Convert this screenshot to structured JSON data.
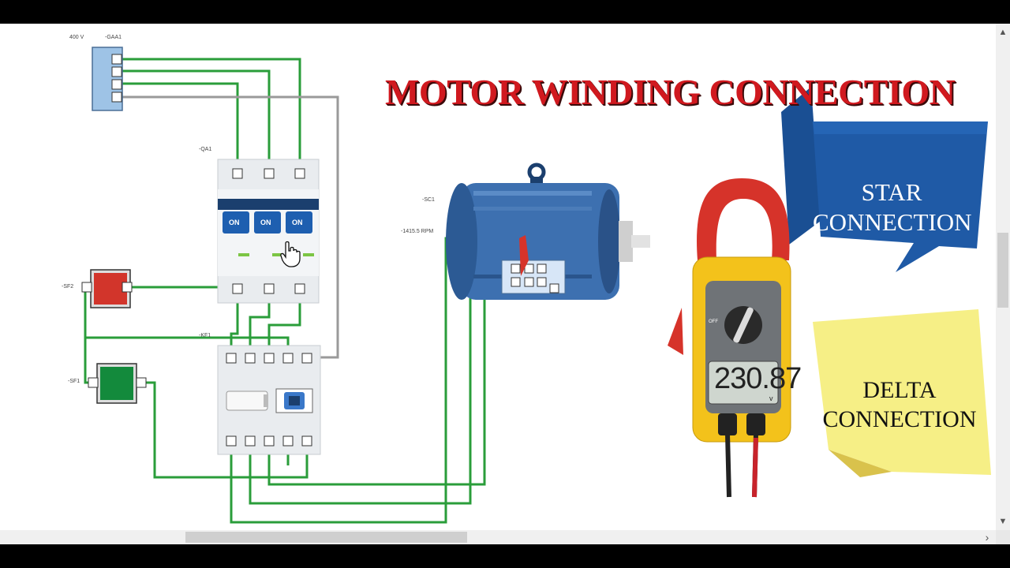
{
  "title": "MOTOR WINDING CONNECTION",
  "labels": {
    "supply_voltage": "400 V",
    "supply": "-GAA1",
    "breaker": "-QA1",
    "stop_button": "-SF2",
    "start_button": "-SF1",
    "contactor": "-KF1",
    "motor": "-SC1",
    "motor_speed": "-1415.5 RPM"
  },
  "breaker_switches": [
    "ON",
    "ON",
    "ON"
  ],
  "star_banner": {
    "line1": "STAR",
    "line2": "CONNECTION"
  },
  "delta_note": {
    "line1": "DELTA",
    "line2": "CONNECTION"
  },
  "meter": {
    "reading": "230.87",
    "unit": "v",
    "dial_off": "OFF"
  },
  "colors": {
    "wire": "#2a9d3a",
    "title": "#d0191f",
    "banner": "#1f5aa6",
    "note": "#f6ef86",
    "meter_body": "#f3c21b",
    "clamp": "#d6332a"
  }
}
